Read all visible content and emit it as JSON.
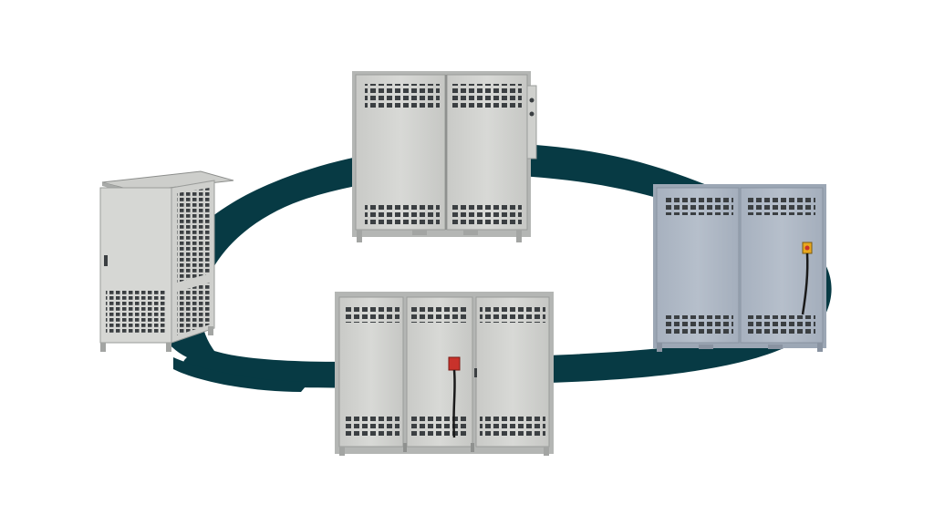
{
  "scene": {
    "background_color": "#ffffff",
    "ring_color": "#073a44",
    "cabinet_color_light": "#d7d8d5",
    "cabinet_color_mid": "#c3c6c4",
    "cabinet_color_blue": "#aeb7c4",
    "frame_color": "#b4b6b4",
    "vent_color": "#3b3f42",
    "switch_color": "#c8322b",
    "switch_yellow": "#e8a81f",
    "cable_color": "#1a1a1a"
  },
  "cabinets": [
    {
      "name": "cabinet-top-double-door",
      "style": "two-door"
    },
    {
      "name": "cabinet-left-canopy",
      "style": "canopy"
    },
    {
      "name": "cabinet-right-blue",
      "style": "two-door-blue"
    },
    {
      "name": "cabinet-bottom-triple-door",
      "style": "three-door"
    }
  ]
}
